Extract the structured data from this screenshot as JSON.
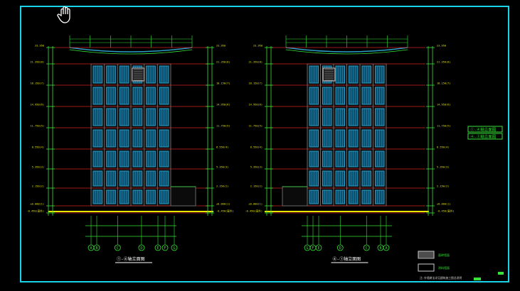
{
  "window": {
    "title": "CAD drawing viewport"
  },
  "colors": {
    "background": "#000000",
    "frame": "#19d3e8",
    "dimension": "#37e337",
    "wall": "#2a9ec7",
    "floor_line": "#d22222",
    "ground": "#e6e600",
    "facade": "#6a6a6a",
    "panel": "#0d4f6e"
  },
  "icons": {
    "cursor": "hand-pan-icon"
  },
  "drawing": {
    "left_elevation": {
      "title": "①-④轴立面图",
      "grid_labels": [
        "A",
        "B",
        "C",
        "D",
        "E",
        "F",
        "G"
      ],
      "floor_levels": [
        "23.950",
        "21.350(8)",
        "18.150(7)",
        "14.950(6)",
        "11.750(5)",
        "8.550(4)",
        "5.350(3)",
        "2.150(2)",
        "±0.000(1)",
        "-0.450(室外)"
      ]
    },
    "right_elevation": {
      "title": "④-①轴立面图",
      "grid_labels": [
        "G",
        "F",
        "E",
        "D",
        "C",
        "B",
        "A"
      ],
      "floor_levels": [
        "23.950",
        "21.350(8)",
        "18.150(7)",
        "14.950(6)",
        "11.750(5)",
        "8.550(4)",
        "5.350(3)",
        "2.150(2)",
        "±0.000(1)",
        "-0.450(室外)"
      ]
    },
    "legend_callouts": [
      "①-④轴立面图",
      "④-①轴立面图"
    ],
    "material_legend": [
      {
        "label": "面砖墙面"
      },
      {
        "label": "涂料墙面"
      }
    ],
    "note": "注:外墙做法详见建筑施工图总说明"
  }
}
